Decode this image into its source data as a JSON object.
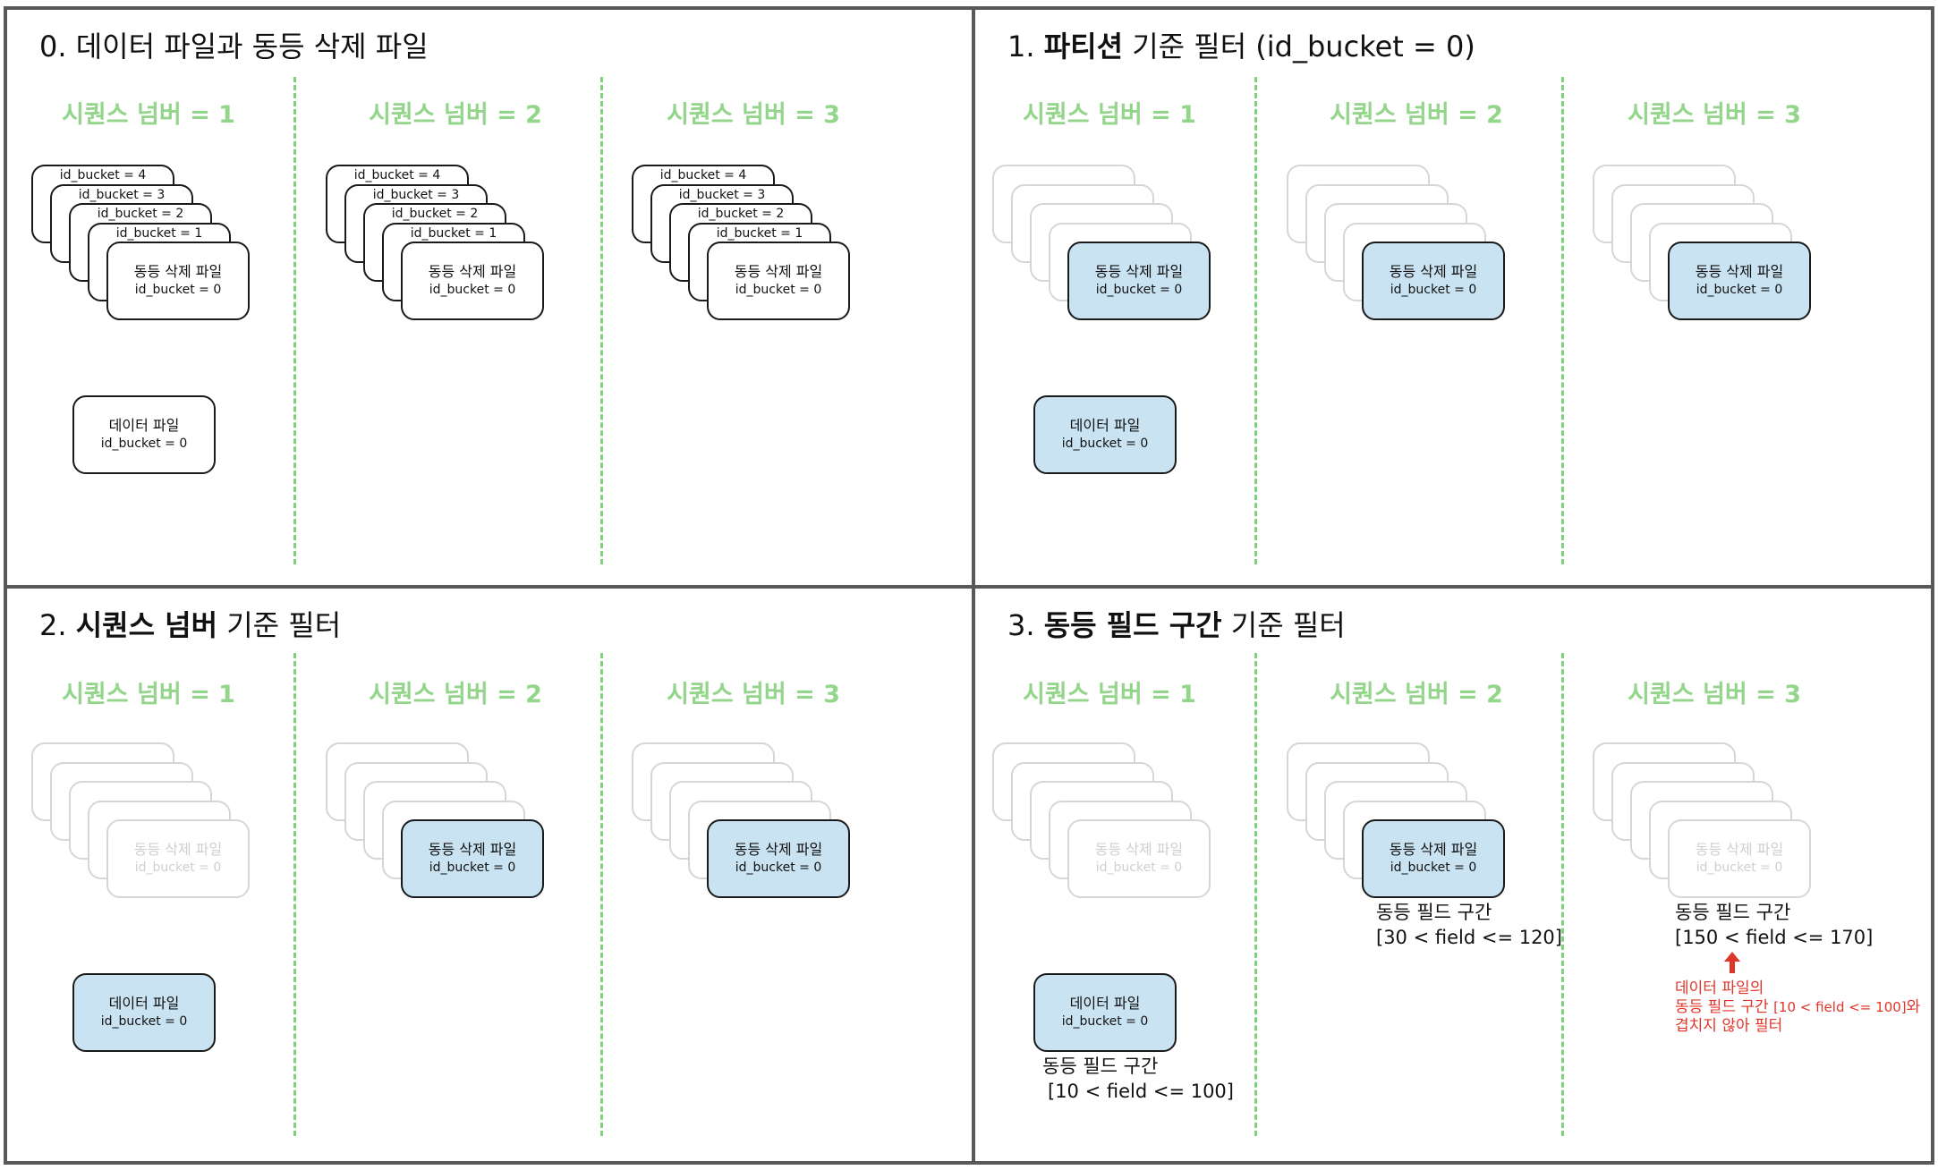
{
  "seq_labels": [
    "시퀀스 넘버 = 1",
    "시퀀스 넘버 = 2",
    "시퀀스 넘버 = 3"
  ],
  "stack_labels": [
    "id_bucket = 4",
    "id_bucket = 3",
    "id_bucket = 2",
    "id_bucket = 1"
  ],
  "delete_file": {
    "label": "동등 삭제 파일",
    "bucket": "id_bucket = 0"
  },
  "data_file": {
    "label": "데이터 파일",
    "bucket": "id_bucket = 0"
  },
  "q0": {
    "title": "0. 데이터 파일과 동등 삭제 파일"
  },
  "q1": {
    "title_prefix": "1. ",
    "title_bold": "파티션",
    "title_suffix": " 기준 필터 (id_bucket = 0)"
  },
  "q2": {
    "title_prefix": "2. ",
    "title_bold": "시퀀스 넘버",
    "title_suffix": " 기준 필터"
  },
  "q3": {
    "title_prefix": "3. ",
    "title_bold": "동등 필드 구간",
    "title_suffix": " 기준 필터",
    "range_label": "동등 필드 구간",
    "data_range": "[10 < field <= 100]",
    "seq2_range": "[30 < field <= 120]",
    "seq3_range": "[150 < field <= 170]",
    "note_line1": "데이터 파일의",
    "note_line2a": "동등 필드 구간 ",
    "note_line2b": "[10 < field <= 100]",
    "note_line2c": "와",
    "note_line3": "겹치지 않아 필터"
  },
  "colors": {
    "seq_label": "#93d58a",
    "divider": "#7ed37a",
    "highlight": "#c9e3f2",
    "note": "#e0352b",
    "faded": "#d6d6d6"
  }
}
